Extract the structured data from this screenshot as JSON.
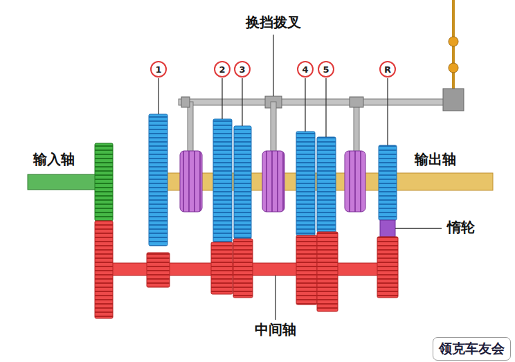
{
  "diagram": {
    "nodes": [
      {
        "text": [
          "1"
        ]
      },
      {
        "text": [
          "2"
        ]
      },
      {
        "text": [
          "3"
        ]
      },
      {
        "text": [
          "4"
        ]
      },
      {
        "text": [
          "5"
        ]
      },
      {
        "text": [
          "R"
        ]
      },
      {
        "text": [
          "领克车友会"
        ]
      }
    ],
    "labels": [
      "换挡拨叉",
      "输入轴",
      "输出轴",
      "惰轮",
      "中间轴"
    ]
  }
}
